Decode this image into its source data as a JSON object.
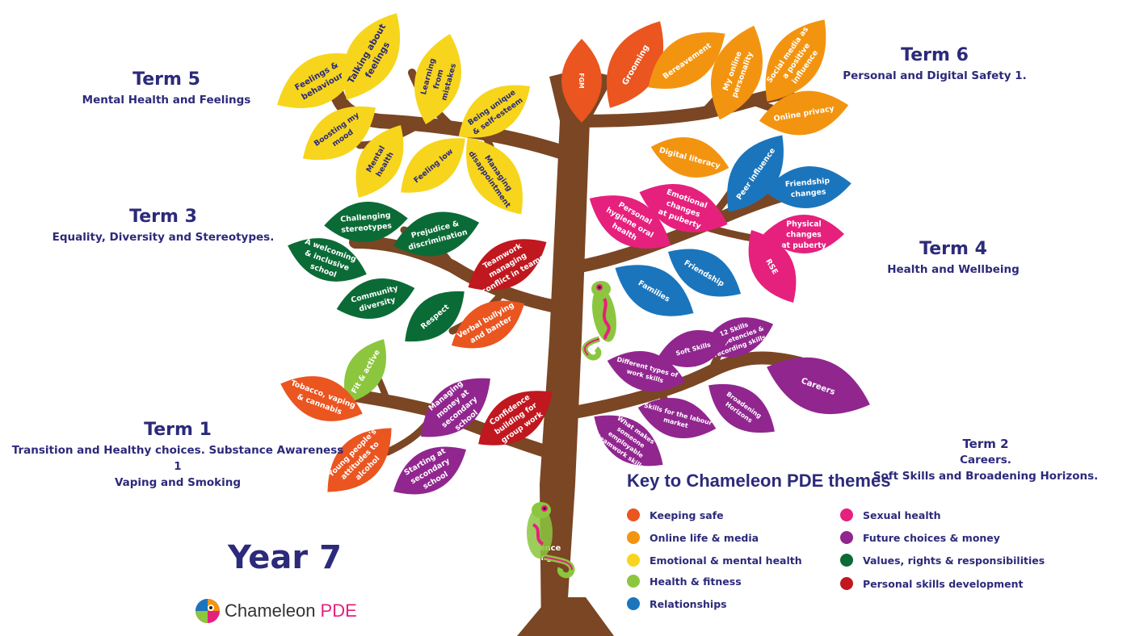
{
  "terms": {
    "t5": {
      "title": "Term 5",
      "subtitle": "Mental Health and Feelings"
    },
    "t6": {
      "title": "Term 6",
      "subtitle": "Personal and Digital Safety 1."
    },
    "t3": {
      "title": "Term 3",
      "subtitle": "Equality, Diversity and Stereotypes."
    },
    "t4": {
      "title": "Term 4",
      "subtitle": "Health and Wellbeing"
    },
    "t1": {
      "title": "Term 1",
      "subtitle1": "Transition and Healthy choices. Substance Awareness 1",
      "subtitle2": "Vaping and Smoking"
    },
    "t2": {
      "title": "Term 2",
      "subtitle1": "Careers.",
      "subtitle2": "Soft Skills and Broadening Horizons."
    }
  },
  "colors": {
    "keeping_safe": "#ea5520",
    "online_life": "#f39410",
    "emotional": "#f7d51c",
    "health_fitness": "#8cc63f",
    "relationships": "#1b75bc",
    "sexual_health": "#e6207d",
    "future_choices": "#91268f",
    "values": "#0b6b36",
    "personal_skills": "#c1171f",
    "trunk": "#7a4624"
  },
  "leaves": {
    "t5": [
      {
        "lines": [
          "Feelings &",
          "behaviour"
        ],
        "theme": "emotional"
      },
      {
        "lines": [
          "Talking about",
          "feelings"
        ],
        "theme": "emotional"
      },
      {
        "lines": [
          "Learning",
          "from",
          "mistakes"
        ],
        "theme": "emotional"
      },
      {
        "lines": [
          "Being unique",
          "& self-esteem"
        ],
        "theme": "emotional"
      },
      {
        "lines": [
          "Boosting my",
          "mood"
        ],
        "theme": "emotional"
      },
      {
        "lines": [
          "Mental",
          "health"
        ],
        "theme": "emotional"
      },
      {
        "lines": [
          "Feeling low"
        ],
        "theme": "emotional"
      },
      {
        "lines": [
          "Managing",
          "disappointment"
        ],
        "theme": "emotional"
      }
    ],
    "t6": [
      {
        "lines": [
          "FGM"
        ],
        "theme": "keeping_safe"
      },
      {
        "lines": [
          "Grooming"
        ],
        "theme": "keeping_safe"
      },
      {
        "lines": [
          "Bereavement"
        ],
        "theme": "online_life"
      },
      {
        "lines": [
          "My online",
          "personality"
        ],
        "theme": "online_life"
      },
      {
        "lines": [
          "Social media as",
          "a positive",
          "influence"
        ],
        "theme": "online_life"
      },
      {
        "lines": [
          "Online privacy"
        ],
        "theme": "online_life"
      },
      {
        "lines": [
          "Digital literacy"
        ],
        "theme": "online_life"
      }
    ],
    "t3": [
      {
        "lines": [
          "Challenging",
          "stereotypes"
        ],
        "theme": "values"
      },
      {
        "lines": [
          "Prejudice &",
          "discrimination"
        ],
        "theme": "values"
      },
      {
        "lines": [
          "A welcoming",
          "& inclusive",
          "school"
        ],
        "theme": "values"
      },
      {
        "lines": [
          "Teamwork",
          "managing",
          "conflict in teams"
        ],
        "theme": "personal_skills"
      },
      {
        "lines": [
          "Community",
          "diversity"
        ],
        "theme": "values"
      },
      {
        "lines": [
          "Respect"
        ],
        "theme": "values"
      },
      {
        "lines": [
          "Verbal bullying",
          "and banter"
        ],
        "theme": "keeping_safe"
      }
    ],
    "t4": [
      {
        "lines": [
          "Peer influence"
        ],
        "theme": "relationships"
      },
      {
        "lines": [
          "Friendship",
          "changes"
        ],
        "theme": "relationships"
      },
      {
        "lines": [
          "Emotional",
          "changes",
          "at puberty"
        ],
        "theme": "sexual_health"
      },
      {
        "lines": [
          "Personal",
          "hygiene oral",
          "health"
        ],
        "theme": "sexual_health"
      },
      {
        "lines": [
          "Physical",
          "changes",
          "at puberty"
        ],
        "theme": "sexual_health"
      },
      {
        "lines": [
          "RSE"
        ],
        "theme": "sexual_health"
      },
      {
        "lines": [
          "Friendship"
        ],
        "theme": "relationships"
      },
      {
        "lines": [
          "Families"
        ],
        "theme": "relationships"
      }
    ],
    "t2": [
      {
        "lines": [
          "12 Skills",
          "competencies &",
          "recording skills"
        ],
        "theme": "future_choices"
      },
      {
        "lines": [
          "Soft Skills"
        ],
        "theme": "future_choices"
      },
      {
        "lines": [
          "Different types of",
          "work skills"
        ],
        "theme": "future_choices"
      },
      {
        "lines": [
          "Careers"
        ],
        "theme": "future_choices"
      },
      {
        "lines": [
          "Broadening",
          "Horizons"
        ],
        "theme": "future_choices"
      },
      {
        "lines": [
          "Skills for the labour",
          "market"
        ],
        "theme": "future_choices"
      },
      {
        "lines": [
          "What makes",
          "someone",
          "employable",
          "(teamwork skills)"
        ],
        "theme": "future_choices"
      }
    ],
    "t1": [
      {
        "lines": [
          "Fit & active"
        ],
        "theme": "health_fitness"
      },
      {
        "lines": [
          "Tobacco, vaping",
          "& cannabis"
        ],
        "theme": "keeping_safe"
      },
      {
        "lines": [
          "Managing",
          "money at",
          "secondary",
          "school"
        ],
        "theme": "future_choices"
      },
      {
        "lines": [
          "Confidence",
          "building for",
          "group work"
        ],
        "theme": "personal_skills"
      },
      {
        "lines": [
          "Young people's",
          "attitudes to",
          "alcohol"
        ],
        "theme": "keeping_safe"
      },
      {
        "lines": [
          "Starting at",
          "secondary",
          "school"
        ],
        "theme": "future_choices"
      }
    ]
  },
  "trunk_label": [
    "nfidence",
    "ilding"
  ],
  "year": "Year 7",
  "logo": {
    "name": "Chameleon",
    "suffix": "PDE"
  },
  "key": {
    "title": "Key to Chameleon PDE themes",
    "items": [
      {
        "label": "Keeping safe",
        "color": "#ea5520"
      },
      {
        "label": "Online life & media",
        "color": "#f39410"
      },
      {
        "label": "Emotional & mental health",
        "color": "#f7d51c"
      },
      {
        "label": "Health & fitness",
        "color": "#8cc63f"
      },
      {
        "label": "Relationships",
        "color": "#1b75bc"
      },
      {
        "label": "Sexual health",
        "color": "#e6207d"
      },
      {
        "label": "Future choices & money",
        "color": "#91268f"
      },
      {
        "label": "Values, rights & responsibilities",
        "color": "#0b6b36"
      },
      {
        "label": "Personal skills development",
        "color": "#c1171f"
      }
    ]
  }
}
